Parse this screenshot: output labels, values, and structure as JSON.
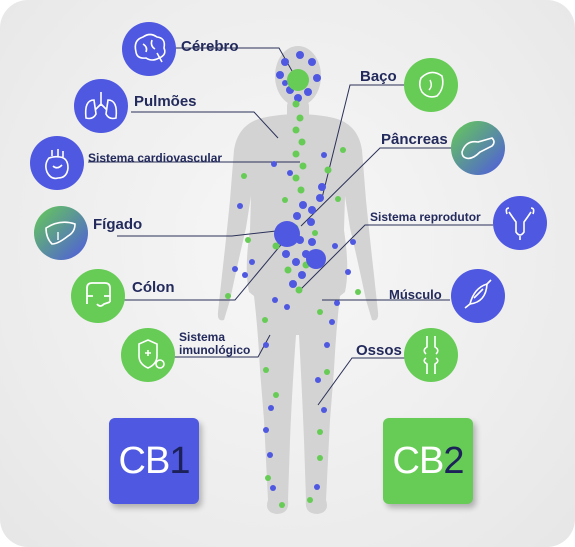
{
  "labels": {
    "cerebro": "Cérebro",
    "pulmoes": "Pulmões",
    "cardio": "Sistema cardiovascular",
    "figado": "Fígado",
    "colon": "Cólon",
    "imuno_line1": "Sistema",
    "imuno_line2": "imunológico",
    "baco": "Baço",
    "pancreas": "Pâncreas",
    "reprodutor": "Sistema reprodutor",
    "musculo": "Músculo",
    "ossos": "Ossos"
  },
  "receptors": {
    "cb1_prefix": "CB",
    "cb1_num": "1",
    "cb2_prefix": "CB",
    "cb2_num": "2"
  },
  "icons": {
    "cerebro": "brain-icon",
    "pulmoes": "lungs-icon",
    "cardio": "heart-icon",
    "figado": "liver-icon",
    "colon": "colon-icon",
    "imuno": "immune-shield-icon",
    "baco": "spleen-icon",
    "pancreas": "pancreas-icon",
    "reprodutor": "uterus-icon",
    "musculo": "muscle-icon",
    "ossos": "bone-joint-icon"
  },
  "colors": {
    "cb1_blue": "#4f58e0",
    "cb2_green": "#66cc55",
    "text_navy": "#232a5c",
    "body_gray": "#d3d3d3"
  }
}
